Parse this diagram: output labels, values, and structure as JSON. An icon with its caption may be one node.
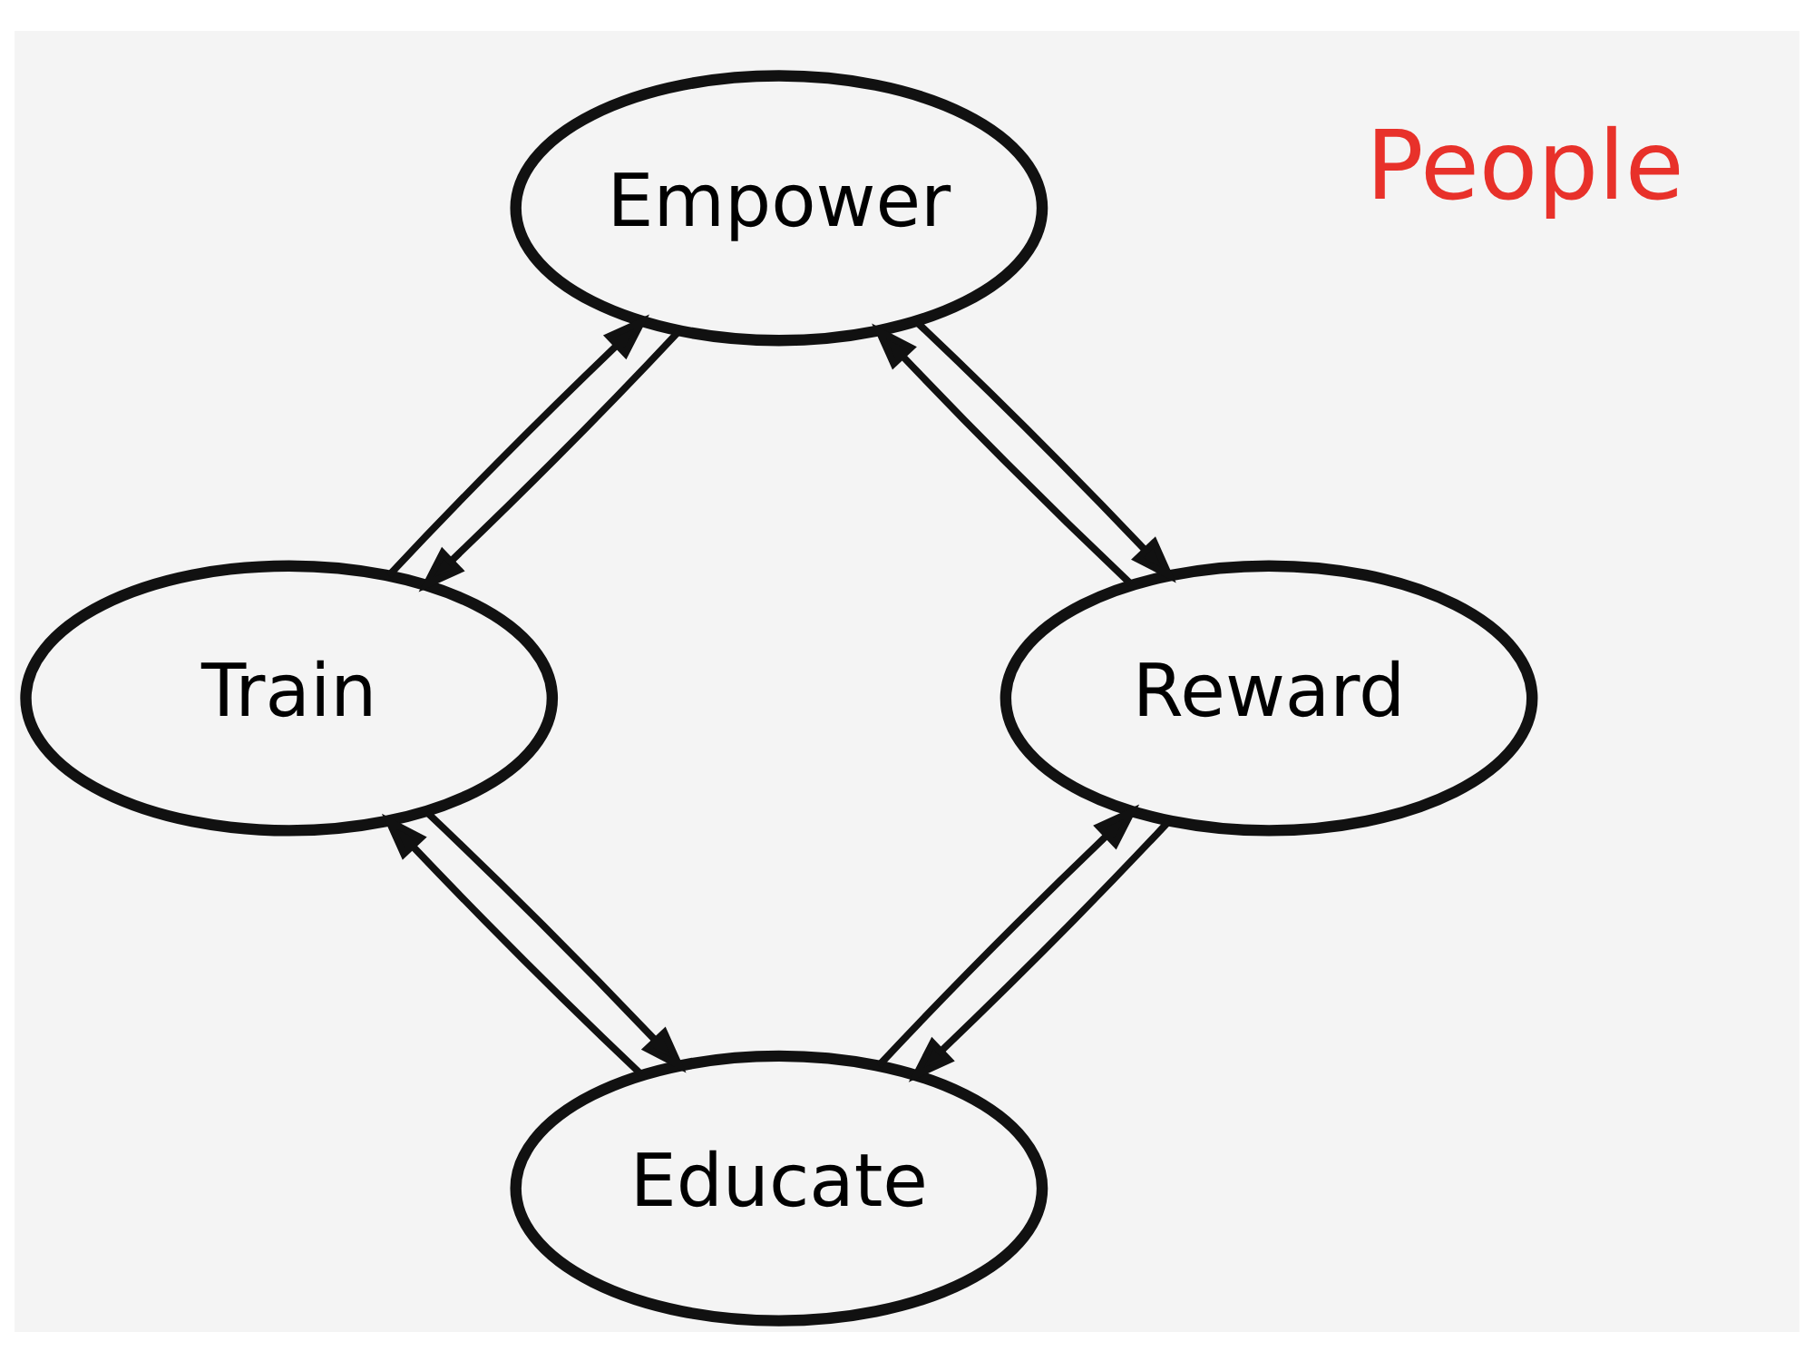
{
  "diagram": {
    "nodes": [
      {
        "text": [
          "Educate"
        ]
      },
      {
        "text": [
          "Train"
        ]
      },
      {
        "text": [
          "Empower"
        ]
      },
      {
        "text": [
          "Reward"
        ]
      }
    ],
    "edges": [
      {
        "from": 0,
        "to": 1,
        "arrow": "to"
      },
      {
        "from": 1,
        "to": 0,
        "arrow": "to"
      },
      {
        "from": 1,
        "to": 2,
        "arrow": "to"
      },
      {
        "from": 2,
        "to": 1,
        "arrow": "to"
      },
      {
        "from": 2,
        "to": 3,
        "arrow": "to"
      },
      {
        "from": 3,
        "to": 2,
        "arrow": "to"
      },
      {
        "from": 3,
        "to": 0,
        "arrow": "to"
      },
      {
        "from": 0,
        "to": 3,
        "arrow": "to"
      }
    ],
    "labels": [
      "People"
    ]
  }
}
